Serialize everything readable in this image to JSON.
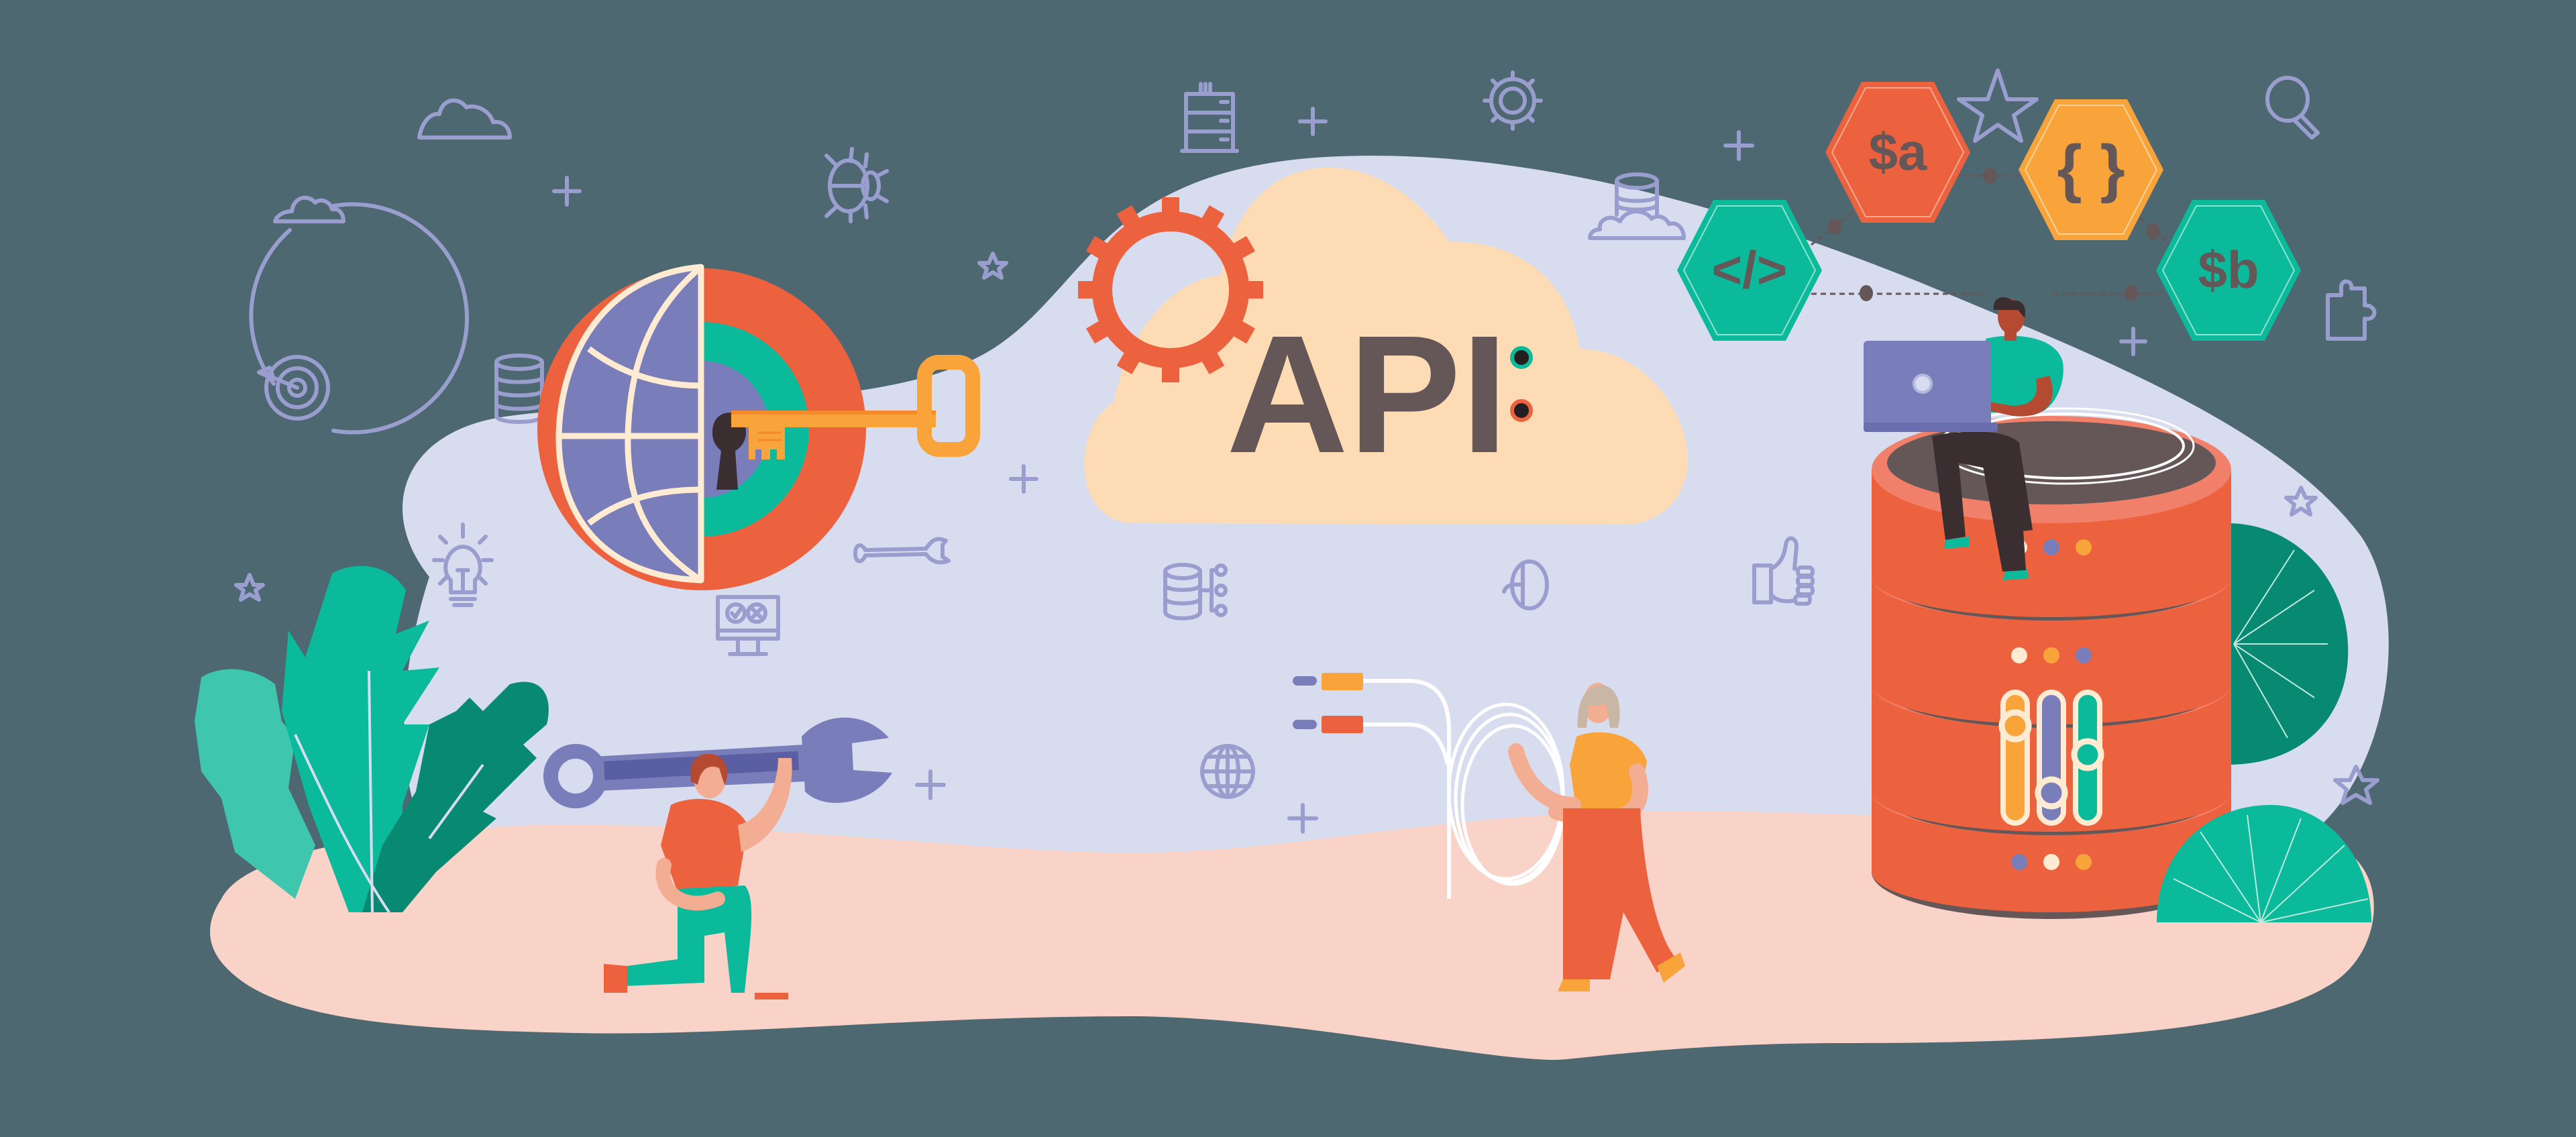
{
  "illustration": {
    "title_text": "API",
    "colors": {
      "background": "#4D6870",
      "lavender_blob": "#D8DCEF",
      "floor_blob": "#F9D3C7",
      "cloud": "#FDDBB4",
      "orange": "#EC623E",
      "amber": "#F9A43A",
      "teal": "#0BB99B",
      "dark_teal": "#088A72",
      "light_teal": "#3EC6AE",
      "purple": "#797DBA",
      "dark_brown": "#655657",
      "cream": "#FFEBD2",
      "line_icon": "#9A9ECF"
    },
    "hexagons": [
      {
        "label": "</>",
        "color": "#0BB99B"
      },
      {
        "label": "$a",
        "color": "#EC623E"
      },
      {
        "label": "{ }",
        "color": "#F9A43A"
      },
      {
        "label": "$b",
        "color": "#0BB99B"
      }
    ],
    "people": [
      {
        "description": "woman kneeling carrying giant wrench"
      },
      {
        "description": "woman holding coiled cable with audio jacks"
      },
      {
        "description": "man sitting on database with laptop"
      }
    ],
    "line_icons": [
      "cloud-icon",
      "cycle-circle-icon",
      "target-icon",
      "database-icon",
      "bug-icon",
      "server-rack-icon",
      "gear-outline-icon",
      "cloud-database-icon",
      "star-icon",
      "magnifier-icon",
      "puzzle-icon",
      "lightbulb-icon",
      "wrench-outline-icon",
      "monitor-check-icon",
      "database-network-icon",
      "mouse-icon",
      "globe-outline-icon",
      "thumbs-up-icon",
      "sparkle-icon"
    ]
  }
}
